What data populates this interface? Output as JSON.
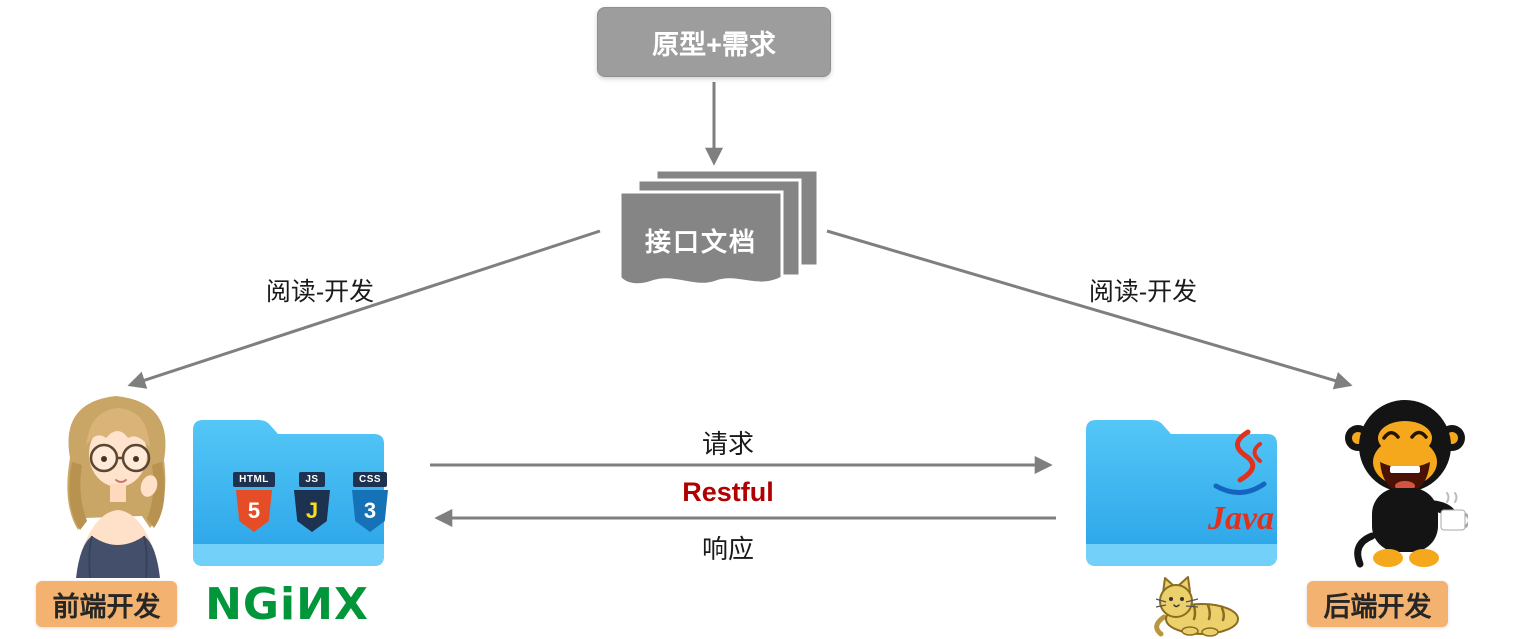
{
  "nodes": {
    "prototype": {
      "label": "原型+需求"
    },
    "api_doc": {
      "label": "接口文档"
    }
  },
  "edges": {
    "read_develop_left": "阅读-开发",
    "read_develop_right": "阅读-开发",
    "request": "请求",
    "protocol": "Restful",
    "response": "响应"
  },
  "frontend": {
    "role_label": "前端开发",
    "nginx_logo": "NGiИX",
    "badges": [
      {
        "name": "HTML",
        "glyph": "5"
      },
      {
        "name": "JS",
        "glyph": "J"
      },
      {
        "name": "CSS",
        "glyph": "3"
      }
    ]
  },
  "backend": {
    "role_label": "后端开发",
    "java_logo": "Java"
  },
  "icons": {
    "document_stack": "stacked-gray-pages",
    "frontend_folder": "blue-folder",
    "backend_folder": "blue-folder",
    "frontend_avatar": "anime-girl-with-glasses",
    "backend_avatar": "laughing-monkey-with-coffee",
    "tomcat": "tomcat-cat"
  },
  "colors": {
    "node_gray": "#9d9d9d",
    "doc_gray": "#858585",
    "arrow_gray": "#7f7f7f",
    "folder_blue": "#3bbcf5",
    "role_label_bg": "#f3b26f",
    "restful_red": "#b00000",
    "nginx_green": "#009639",
    "java_red": "#e0301e",
    "java_blue": "#1565c0"
  }
}
